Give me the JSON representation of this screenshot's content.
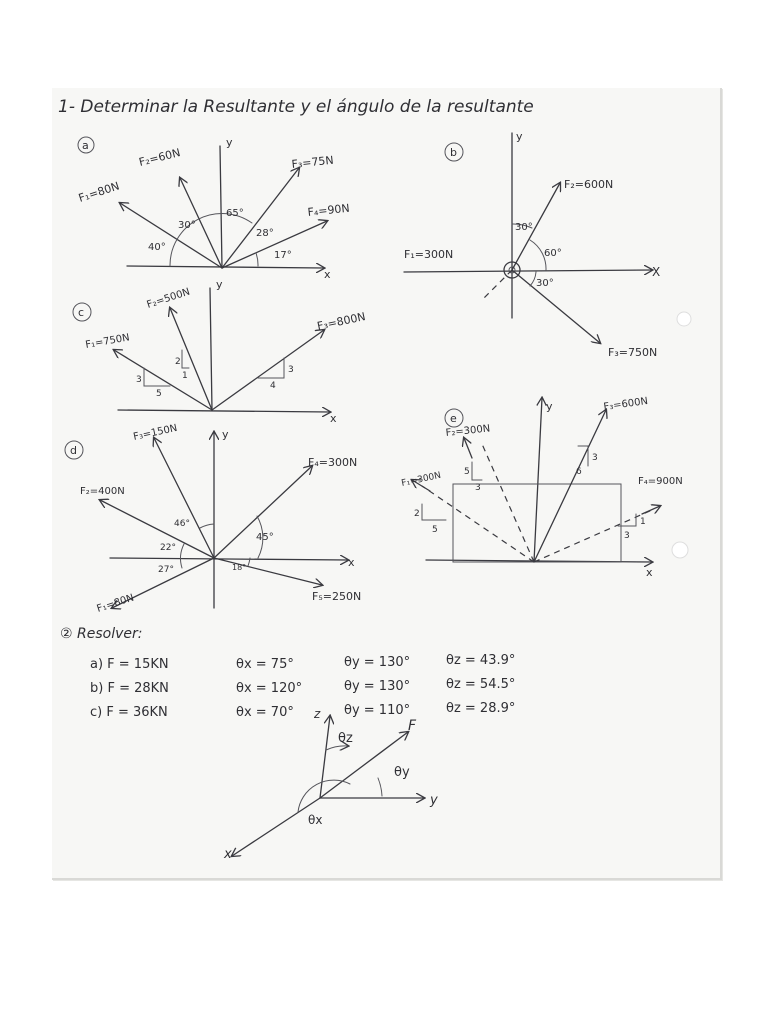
{
  "title": "1- Determinar la Resultante y el ángulo de la resultante",
  "diagrams": {
    "a": {
      "tag": "a",
      "axis_x": "x",
      "axis_y": "y",
      "forces": [
        "F₁=80N",
        "F₂=60N",
        "F₃=75N",
        "F₄=90N"
      ],
      "angles": [
        "40°",
        "30°",
        "65°",
        "28°",
        "17°"
      ]
    },
    "b": {
      "tag": "b",
      "axis_x": "X",
      "axis_y": "y",
      "forces": [
        "F₁=300N",
        "F₂=600N",
        "F₃=750N"
      ],
      "angles": [
        "30°",
        "60°",
        "30°"
      ]
    },
    "c": {
      "tag": "c",
      "axis_x": "x",
      "axis_y": "y",
      "forces": [
        "F₁=750N",
        "F₂=500N",
        "F₃=800N"
      ],
      "slopes": [
        "3",
        "5",
        "2",
        "1",
        "3",
        "4"
      ]
    },
    "d": {
      "tag": "d",
      "axis_x": "x",
      "axis_y": "y",
      "forces": [
        "F₃=150N",
        "F₄=300N",
        "F₂=400N",
        "F₁=80N",
        "F₅=250N"
      ],
      "angles": [
        "46°",
        "22°",
        "27°",
        "45°",
        "18°"
      ]
    },
    "e": {
      "tag": "e",
      "axis_x": "x",
      "axis_y": "y",
      "forces": [
        "F₂=300N",
        "F₃=600N",
        "F₁=300N",
        "F₄=900N"
      ],
      "slopes": [
        "5",
        "3",
        "3",
        "6",
        "2",
        "5",
        "1",
        "3"
      ]
    }
  },
  "section2": {
    "heading": "② Resolver:",
    "rows": [
      {
        "label": "a) F = 15KN",
        "tx": "θx = 75°",
        "ty": "θy = 130°",
        "tz": "θz = 43.9°"
      },
      {
        "label": "b) F = 28KN",
        "tx": "θx = 120°",
        "ty": "θy = 130°",
        "tz": "θz = 54.5°"
      },
      {
        "label": "c) F = 36KN",
        "tx": "θx = 70°",
        "ty": "θy = 110°",
        "tz": "θz = 28.9°"
      }
    ],
    "axes": {
      "z": "z",
      "y": "y",
      "x": "x",
      "force": "F",
      "theta_z": "θz",
      "theta_y": "θy",
      "theta_x": "θx"
    }
  }
}
